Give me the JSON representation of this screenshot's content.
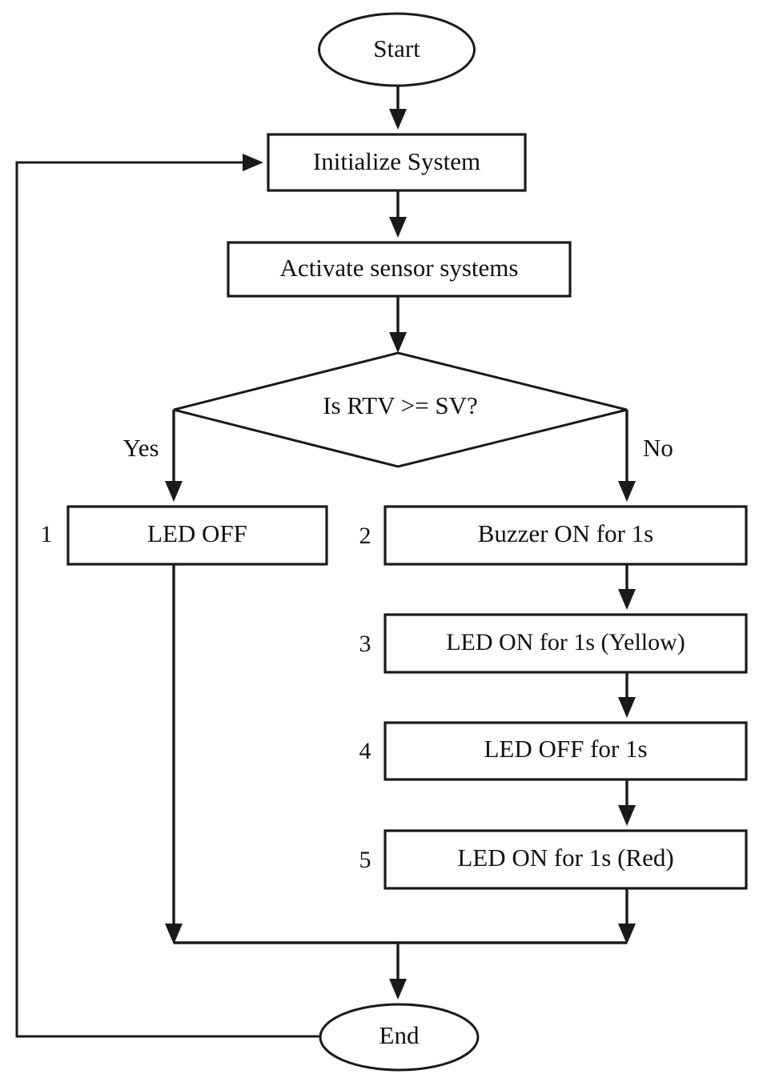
{
  "diagram": {
    "type": "flowchart",
    "title_visible": false,
    "background_color": "#ffffff",
    "line_color": "#1a1a1a",
    "text_color": "#111111",
    "nodes": {
      "start": {
        "label": "Start",
        "shape": "oval"
      },
      "initialize": {
        "label": "Initialize  System",
        "shape": "rectangle"
      },
      "activate": {
        "label": "Activate sensor systems",
        "shape": "rectangle"
      },
      "decision": {
        "label": "Is RTV >= SV?",
        "shape": "diamond"
      },
      "step1": {
        "label": "LED OFF",
        "shape": "rectangle",
        "number": "1"
      },
      "step2": {
        "label": "Buzzer ON for 1s",
        "shape": "rectangle",
        "number": "2"
      },
      "step3": {
        "label": "LED ON for 1s (Yellow)",
        "shape": "rectangle",
        "number": "3"
      },
      "step4": {
        "label": "LED OFF for 1s",
        "shape": "rectangle",
        "number": "4"
      },
      "step5": {
        "label": "LED ON for 1s (Red)",
        "shape": "rectangle",
        "number": "5"
      },
      "end": {
        "label": "End",
        "shape": "oval"
      }
    },
    "branch_labels": {
      "yes": "Yes",
      "no": "No"
    }
  }
}
